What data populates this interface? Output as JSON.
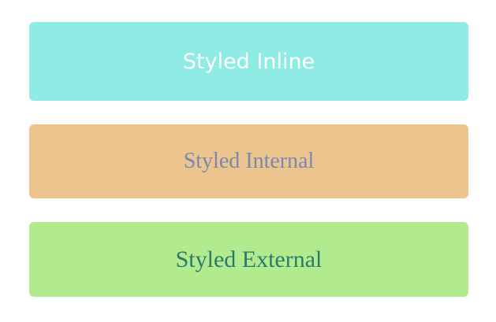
{
  "boxes": {
    "inline": {
      "label": "Styled Inline",
      "background": "#8eece4",
      "text_color": "#ffffff"
    },
    "internal": {
      "label": "Styled Internal",
      "background": "#ebc48e",
      "text_color": "#7b88b3"
    },
    "external": {
      "label": "Styled External",
      "background": "#b2eb8d",
      "text_color": "#2b7a6e"
    }
  }
}
